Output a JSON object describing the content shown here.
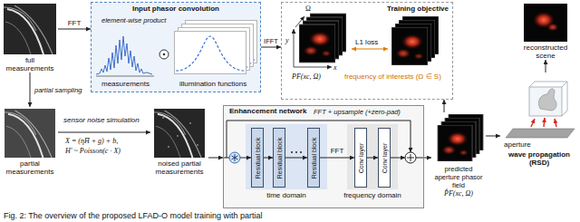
{
  "diagram": {
    "caption": "Fig. 2: The overview of the proposed LFAD-O model training with partial",
    "nodes": [
      {
        "text": [
          "full measurements"
        ]
      },
      {
        "text": [
          "Input phasor convolution"
        ]
      },
      {
        "text": [
          "Training objective"
        ]
      },
      {
        "text": [
          "reconstructed scene"
        ]
      },
      {
        "text": [
          "partial measurements"
        ]
      },
      {
        "text": [
          "noised partial measurements"
        ]
      },
      {
        "text": [
          "Enhancement network"
        ]
      },
      {
        "text": [
          "Residual block"
        ],
        "in": 6
      },
      {
        "text": [
          "Residual block"
        ],
        "in": 6
      },
      {
        "text": [
          "Residual block"
        ],
        "in": 6
      },
      {
        "text": [
          "Conv layer"
        ],
        "in": 6
      },
      {
        "text": [
          "Conv layer"
        ],
        "in": 6
      },
      {
        "text": [
          "predicted aperture phasor field",
          "P̂F(xc, Ω)"
        ]
      },
      {
        "text": [
          "wave propagation (RSD)"
        ]
      }
    ],
    "edges": [
      {
        "from": 0,
        "to": 1,
        "arrow": "to",
        "label": "FFT"
      },
      {
        "from": 1,
        "to": 2,
        "arrow": "to",
        "label": "IFFT"
      },
      {
        "from": 0,
        "to": 4,
        "arrow": "to",
        "label": "partial sampling"
      },
      {
        "from": 4,
        "to": 5,
        "arrow": "to"
      },
      {
        "from": 5,
        "to": 6,
        "arrow": "to"
      },
      {
        "from": 6,
        "to": 12,
        "arrow": "to"
      },
      {
        "from": 12,
        "to": 2,
        "arrow": "to"
      },
      {
        "from": 12,
        "to": 13,
        "arrow": "to"
      },
      {
        "from": 13,
        "to": 3,
        "arrow": "to"
      },
      {
        "from": 7,
        "to": 8,
        "arrow": "to"
      },
      {
        "from": 8,
        "to": 9,
        "arrow": "to"
      },
      {
        "from": 9,
        "to": 10,
        "arrow": "to",
        "label": "FFT"
      },
      {
        "from": 10,
        "to": 11,
        "arrow": "to"
      }
    ],
    "labels": [
      "element-wise product",
      "measurements",
      "illumination functions",
      "Ω",
      "y",
      "x",
      "PF(xc, Ω)",
      "L1 loss",
      "frequency of interests (Ω ∈ S)",
      "sensor noise simulation",
      "X = (ηH̄ + g) + b,",
      "H′ ~ Poisson(c · X)",
      "FFT + upsample (+zero-pad)",
      "time domain",
      "frequency domain",
      "aperture"
    ]
  }
}
